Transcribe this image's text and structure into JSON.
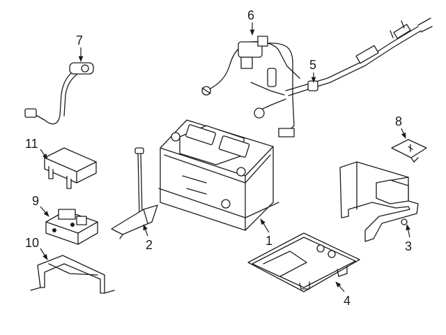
{
  "diagram": {
    "parts": [
      {
        "callout": "1",
        "name": "battery"
      },
      {
        "callout": "2",
        "name": "hold-down"
      },
      {
        "callout": "3",
        "name": "bracket"
      },
      {
        "callout": "4",
        "name": "tray"
      },
      {
        "callout": "5",
        "name": "cable"
      },
      {
        "callout": "6",
        "name": "cable-harness"
      },
      {
        "callout": "7",
        "name": "sensor"
      },
      {
        "callout": "8",
        "name": "terminal-cover"
      },
      {
        "callout": "9",
        "name": "fuse-box"
      },
      {
        "callout": "10",
        "name": "mount-bracket"
      },
      {
        "callout": "11",
        "name": "cover"
      }
    ]
  }
}
